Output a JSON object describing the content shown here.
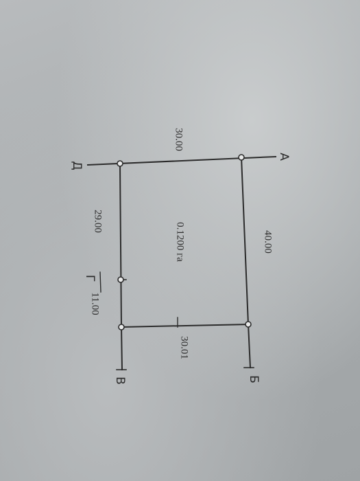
{
  "plan": {
    "points": {
      "a": "А",
      "b": "Б",
      "v": "В",
      "g": "Г",
      "d": "Д"
    },
    "dimensions": {
      "top_left": "30.00",
      "right_side": "40.00",
      "center_area": "0.1200 га",
      "left_lower": "29.00",
      "bottom_right": "30.01",
      "bottom_segment": "11.00"
    }
  }
}
